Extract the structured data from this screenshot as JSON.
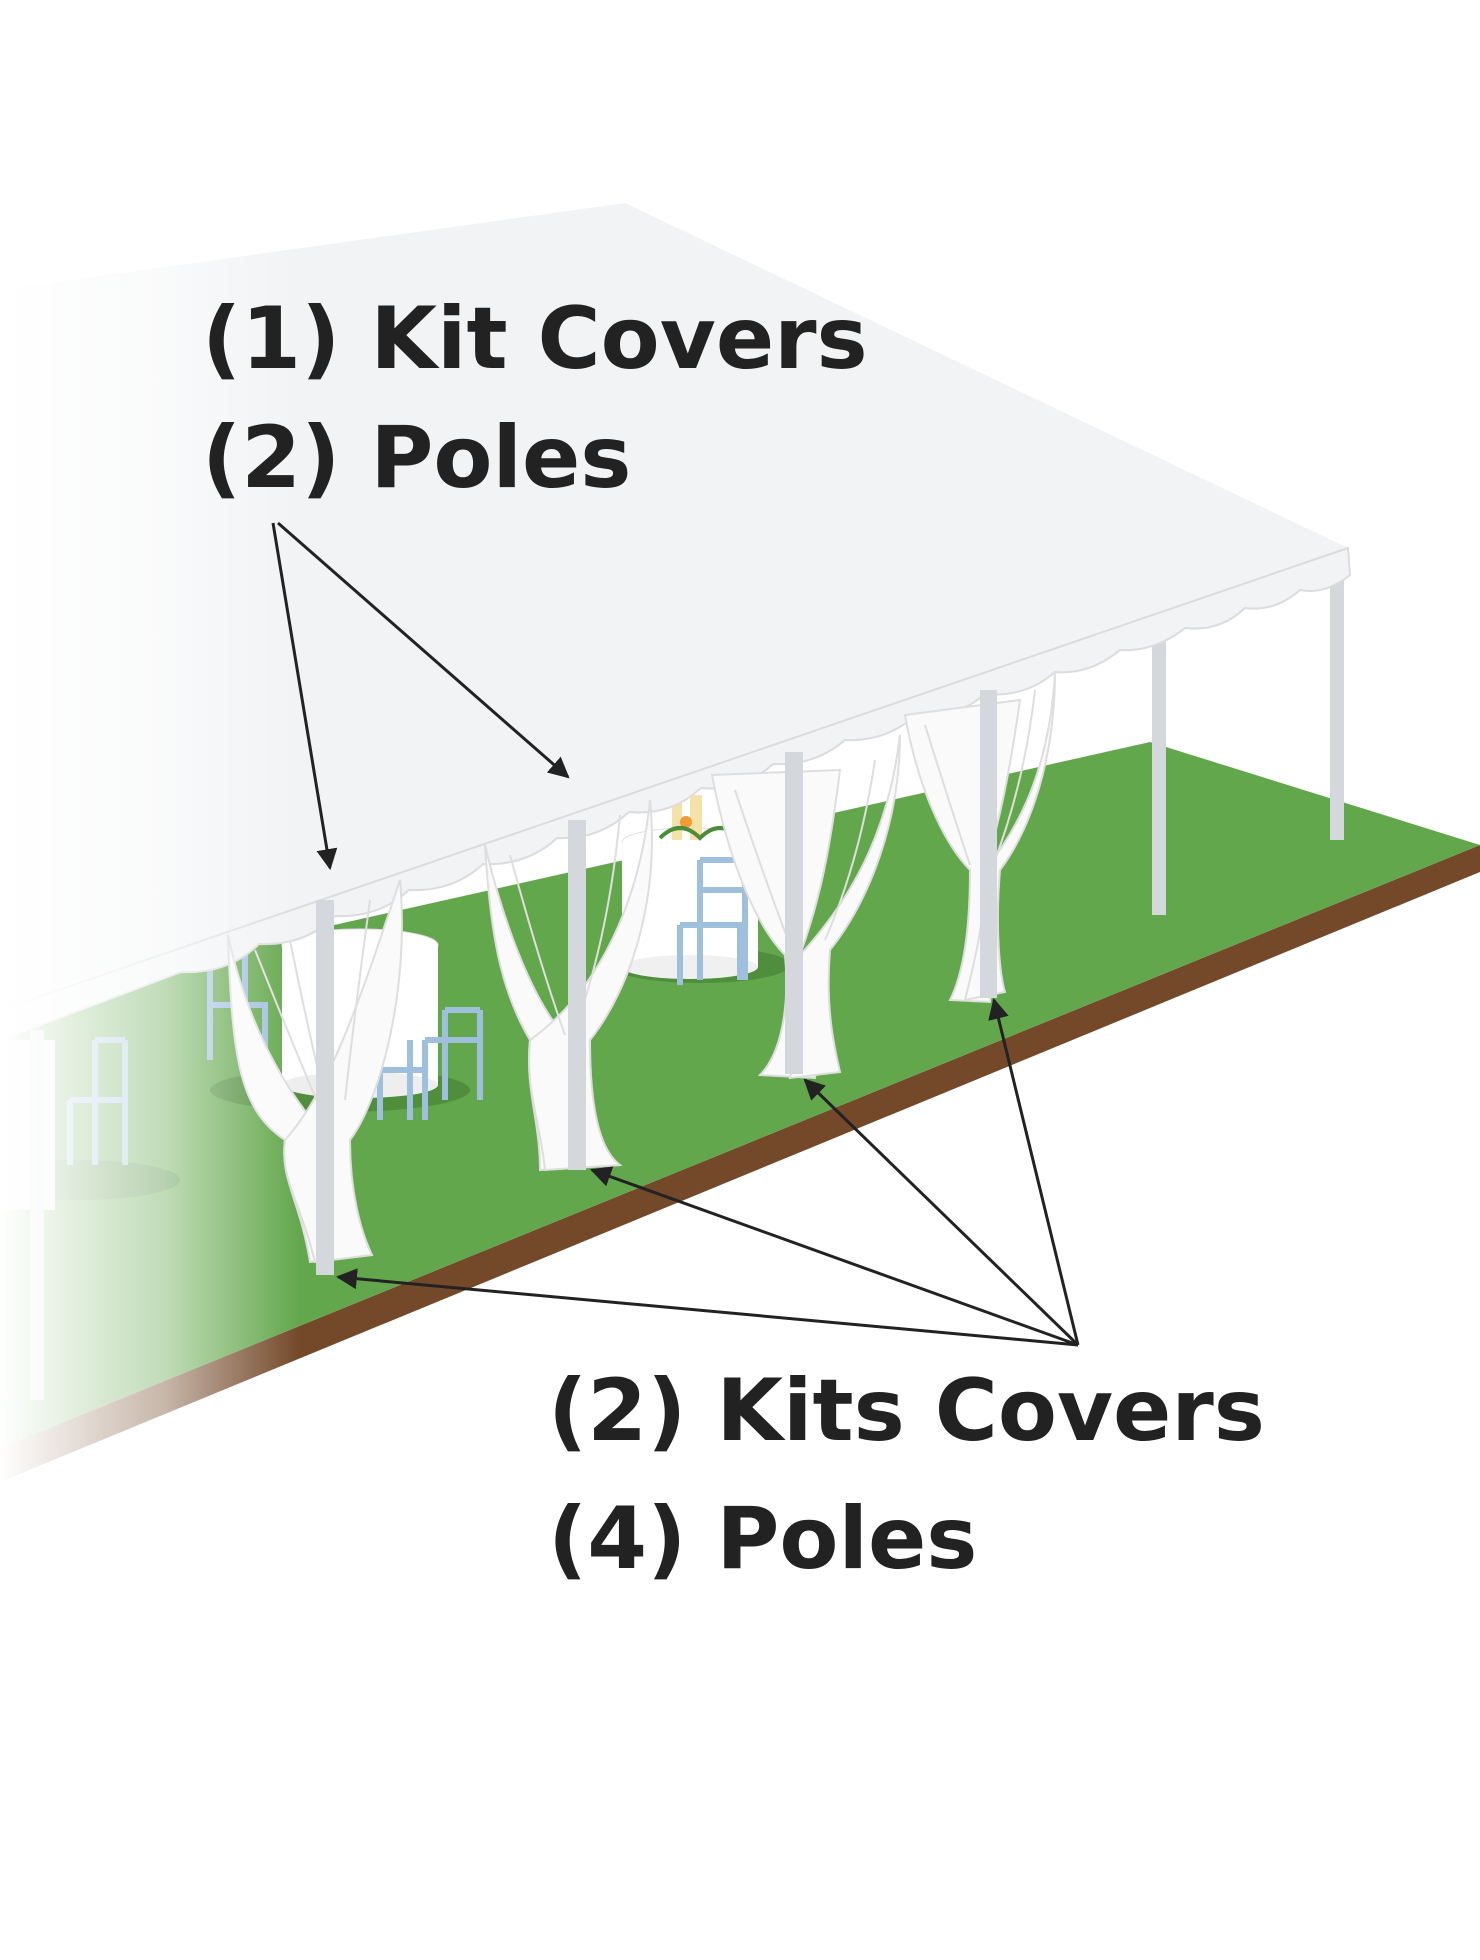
{
  "labels": {
    "top_line1": "(1) Kit Covers",
    "top_line2": "(2) Poles",
    "bottom_line1": "(2) Kits Covers",
    "bottom_line2": "(4) Poles"
  },
  "colors": {
    "grass": "#63a74c",
    "soil": "#74492a",
    "canopy": "#f1f3f4",
    "canopy_edge": "#dadcdf",
    "pole": "#d4d7dc",
    "drape": "#fafafa",
    "drape_fold": "#dedede",
    "chair": "#9fc0dd",
    "table": "#ffffff",
    "text": "#222222",
    "arrow": "#222222"
  },
  "icons": [
    "tent-canopy-icon",
    "curtain-drape-icon",
    "tent-pole-icon",
    "chair-icon",
    "round-table-icon",
    "arrow-icon"
  ]
}
